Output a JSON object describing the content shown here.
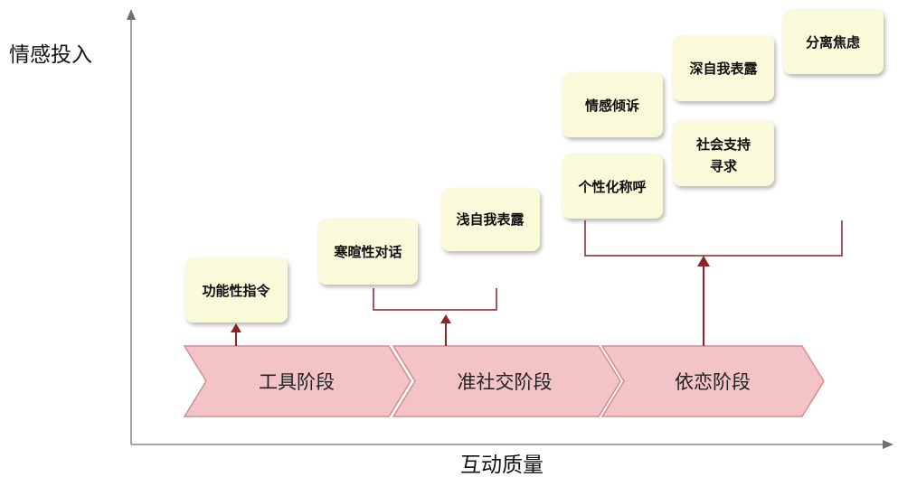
{
  "axes": {
    "y_label": "情感投入",
    "x_label": "互动质量"
  },
  "stages": [
    {
      "label": "工具阶段"
    },
    {
      "label": "准社交阶段"
    },
    {
      "label": "依恋阶段"
    }
  ],
  "behaviors": {
    "tool_stage": [
      "功能性指令"
    ],
    "parasocial_stage": [
      "寒暄性对话",
      "浅自我表露"
    ],
    "attachment_stage": [
      "情感倾诉",
      "个性化称呼",
      "深自我表露",
      "社会支持",
      "寻求",
      "分离焦虑"
    ]
  },
  "colors": {
    "stage_fill": "#F2C4C6",
    "stage_stroke": "#D98A90",
    "card_fill": "#FAF9DA",
    "connector": "#8E2424",
    "axis": "#707070"
  }
}
